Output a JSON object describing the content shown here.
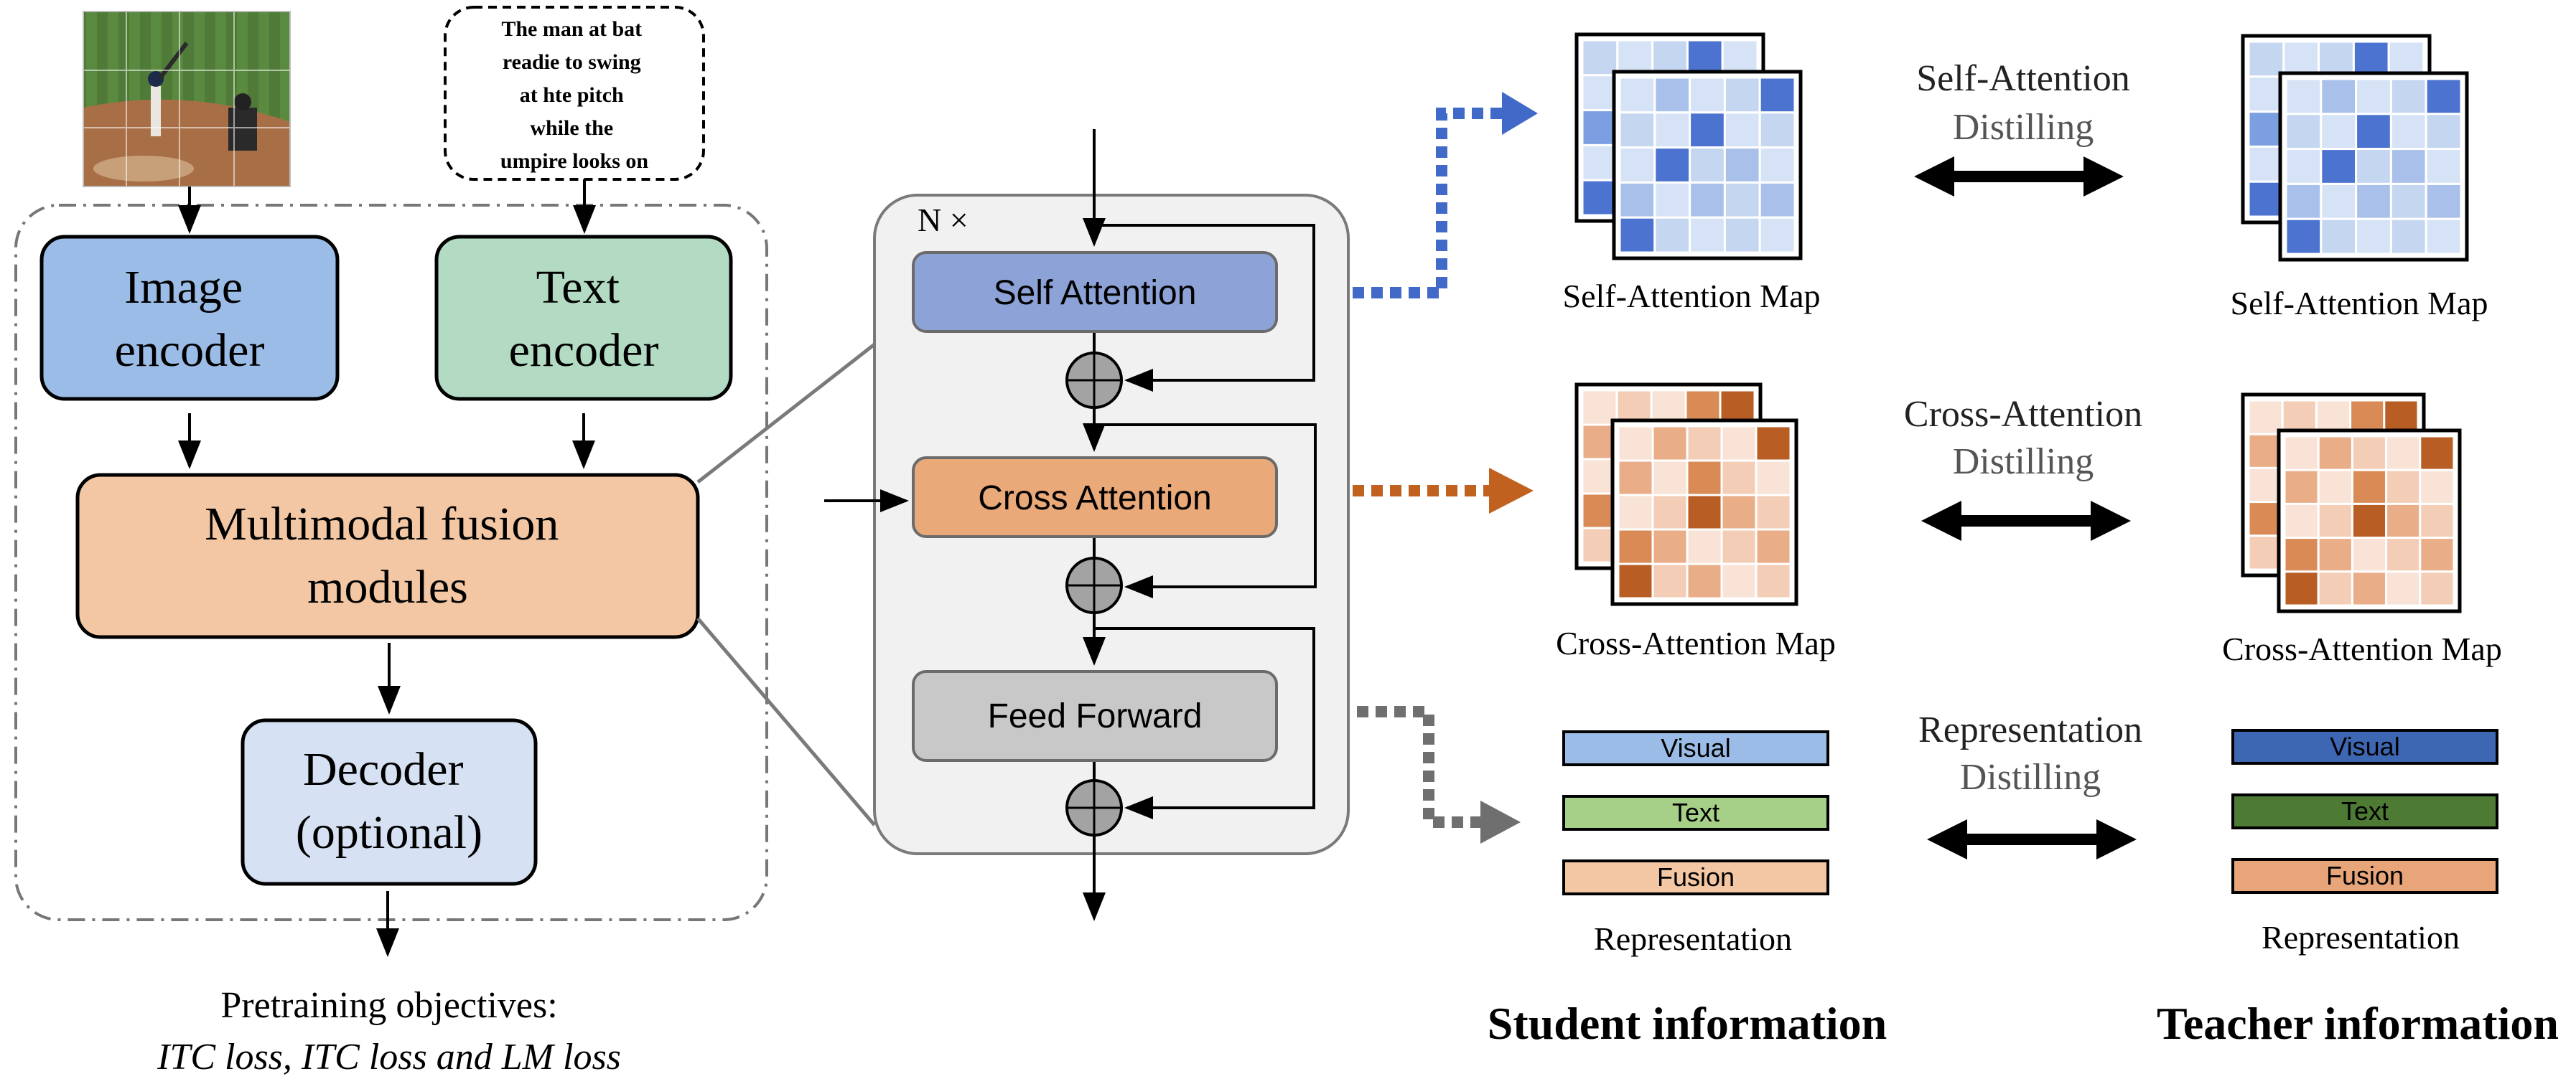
{
  "left_panel": {
    "caption_text": "The man at bat readie to swing at hte pitch while the umpire looks on",
    "caption_lines": [
      "The man at bat",
      "readie to swing",
      "at hte pitch",
      "while the",
      "umpire looks on"
    ],
    "image_encoder": [
      "Image",
      "encoder"
    ],
    "text_encoder": [
      "Text",
      "encoder"
    ],
    "fusion": [
      "Multimodal fusion",
      "modules"
    ],
    "decoder": [
      "Decoder",
      "(optional)"
    ],
    "objectives_title": "Pretraining objectives:",
    "objectives_list": "ITC loss, ITC loss and LM loss"
  },
  "fusion_block": {
    "repeat": "N ×",
    "self_attention": "Self Attention",
    "cross_attention": "Cross Attention",
    "feed_forward": "Feed Forward"
  },
  "distill": {
    "self": [
      "Self-Attention",
      "Distilling"
    ],
    "cross": [
      "Cross-Attention",
      "Distilling"
    ],
    "repr": [
      "Representation",
      "Distilling"
    ]
  },
  "student": {
    "self_map_label": "Self-Attention Map",
    "cross_map_label": "Cross-Attention Map",
    "bars": [
      "Visual",
      "Text",
      "Fusion"
    ],
    "repr_label": "Representation",
    "title": "Student information"
  },
  "teacher": {
    "self_map_label": "Self-Attention Map",
    "cross_map_label": "Cross-Attention Map",
    "bars": [
      "Visual",
      "Text",
      "Fusion"
    ],
    "repr_label": "Representation",
    "title": "Teacher information"
  },
  "colors": {
    "image_encoder": "#9bbce6",
    "text_encoder": "#b3dbc4",
    "fusion": "#f3c7a3",
    "decoder": "#d6e1f3",
    "self_attention": "#8da3d8",
    "cross_attention": "#e9a978",
    "feed_forward": "#c9c8c9",
    "block_bg": "#f1f1f1",
    "blue_arrow": "#4169c8",
    "orange_arrow": "#c0611f",
    "gray_arrow": "#6f6f6f",
    "student_visual": "#9bbce6",
    "student_text": "#a6d087",
    "student_fusion": "#f3c7a3",
    "teacher_visual": "#3d66b3",
    "teacher_text": "#4e7b34",
    "teacher_fusion": "#e8a57a"
  }
}
